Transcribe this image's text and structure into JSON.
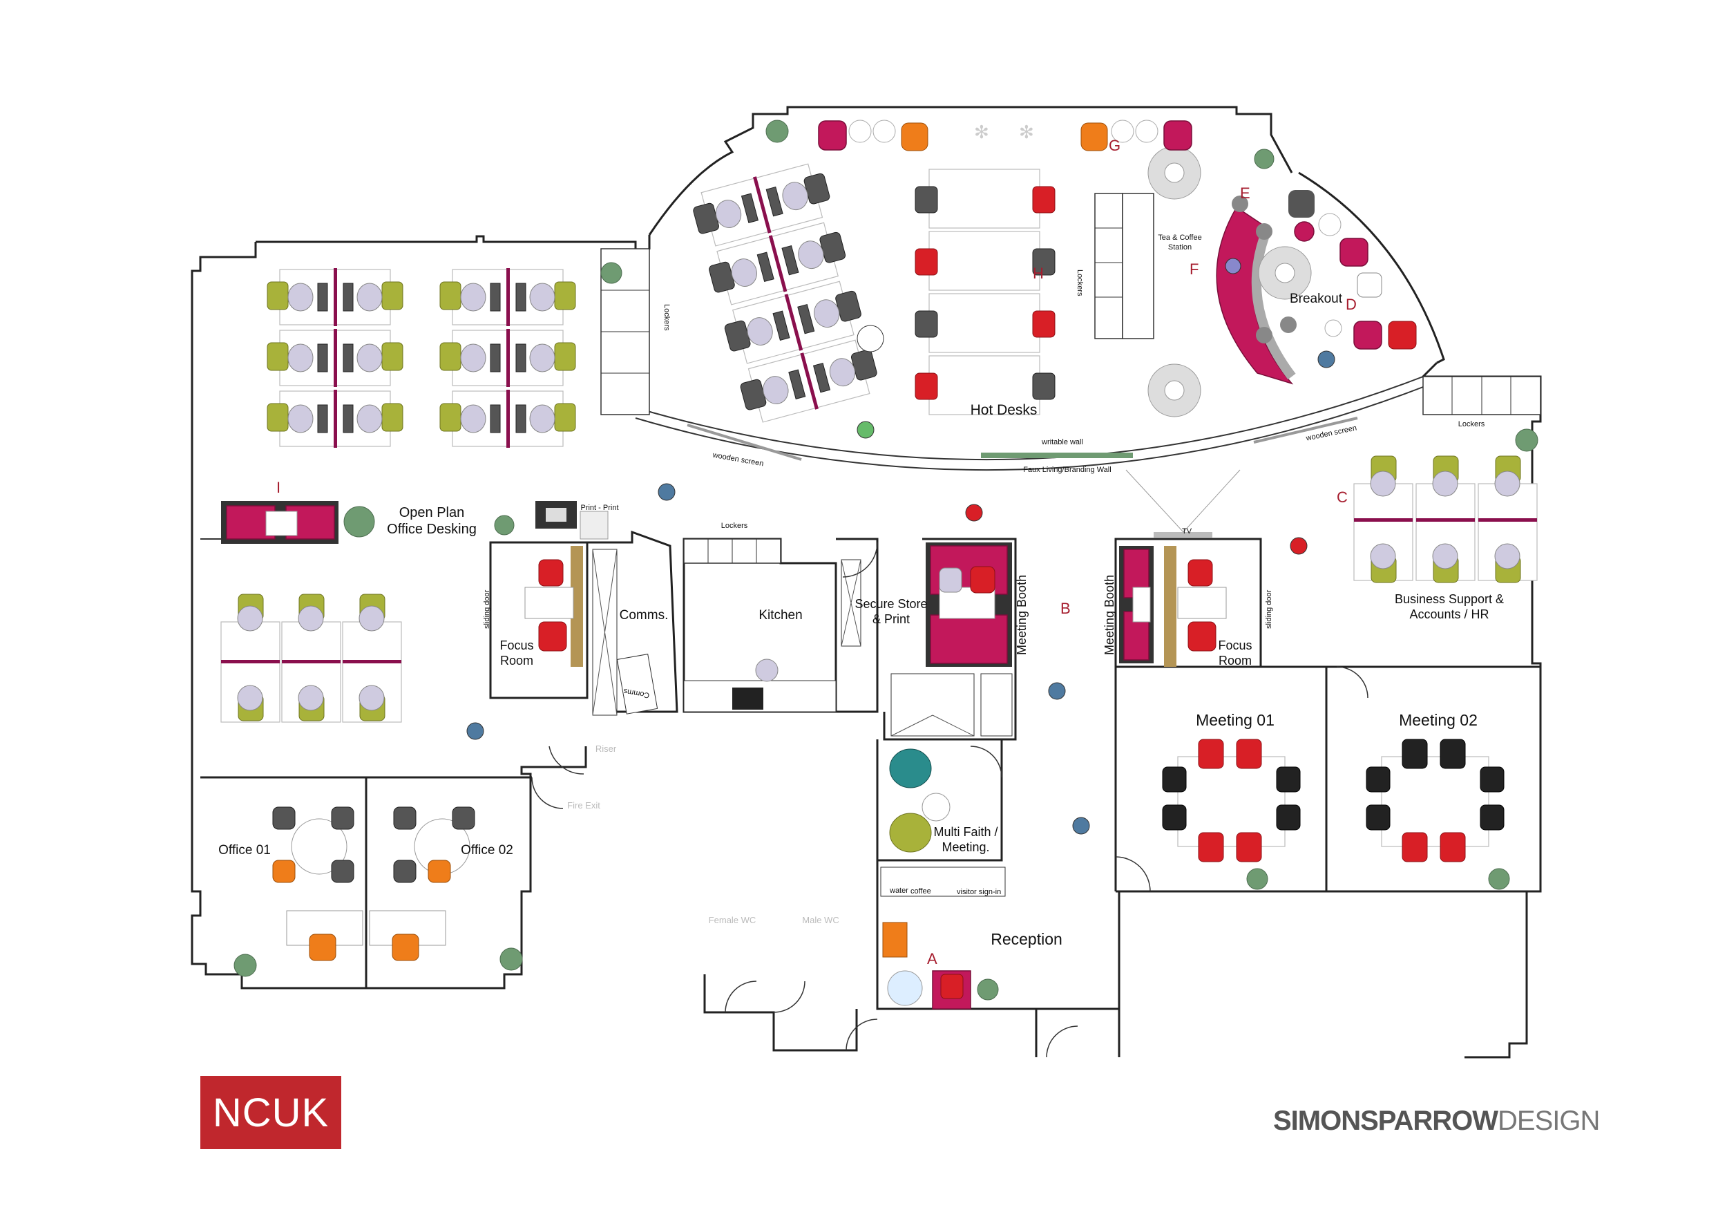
{
  "rooms": {
    "open_plan": "Open Plan\nOffice Desking",
    "hot_desks": "Hot Desks",
    "breakout": "Breakout",
    "tea_coffee": "Tea & Coffee\nStation",
    "lockers_top": "Lockers",
    "lockers_side": "Lockers",
    "lockers_right": "Lockers",
    "lockers_kitchen": "Lockers",
    "writable_wall": "writable wall",
    "faux_wall": "Faux Living/Branding Wall",
    "wooden_screen_left": "wooden screen",
    "wooden_screen_right": "wooden screen",
    "print": "Print - Print",
    "focus_room": "Focus\nRoom",
    "focus_room_2": "Focus\nRoom",
    "sliding_door": "sliding door",
    "sliding_door_2": "sliding door",
    "comms": "Comms.",
    "comms_box": "Comms",
    "kitchen": "Kitchen",
    "secure_store": "Secure Store\n& Print",
    "meeting_booth": "Meeting Booth",
    "meeting_booth_2": "Meeting Booth",
    "tv": "TV",
    "business_support": "Business Support &\nAccounts / HR",
    "meeting_01": "Meeting 01",
    "meeting_02": "Meeting 02",
    "office_01": "Office 01",
    "office_02": "Office 02",
    "multi_faith": "Multi Faith /\nMeeting.",
    "reception": "Reception",
    "riser": "Riser",
    "fire_exit": "Fire Exit",
    "female_wc": "Female WC",
    "male_wc": "Male WC",
    "water": "water",
    "coffee": "coffee",
    "visitor_sign_in": "visitor sign-in"
  },
  "zones": [
    "A",
    "B",
    "C",
    "D",
    "E",
    "F",
    "G",
    "H",
    "I"
  ],
  "logos": {
    "client": "NCUK",
    "designer_bold": "SIMONSPARROW",
    "designer_light": "DESIGN"
  },
  "colors": {
    "accent_magenta": "#c2185b",
    "chair_red": "#d81f26",
    "chair_lime": "#a8b23a",
    "zone_label": "#a61d2e",
    "logo_red": "#c0272d",
    "plant_green": "#6f9b72"
  }
}
